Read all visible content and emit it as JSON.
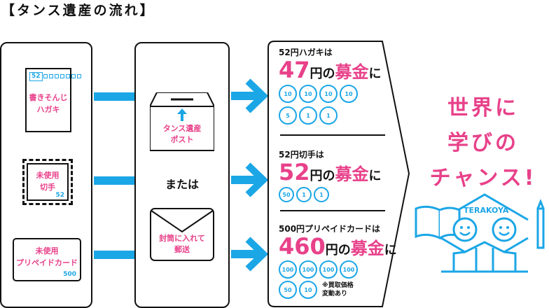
{
  "title": "【タンス遺産の流れ】",
  "left": {
    "postcard": {
      "number": "52",
      "label_line1": "書きそんじ",
      "label_line2": "ハガキ"
    },
    "stamp": {
      "label_line1": "未使用",
      "label_line2": "切手",
      "number": "52"
    },
    "prepaid": {
      "label_line1": "未使用",
      "label_line2": "プリペイドカード",
      "number": "500"
    }
  },
  "middle": {
    "box_line1": "タンス遺産",
    "box_line2": "ポスト",
    "or_text": "または",
    "envelope_line1": "封筒に入れて",
    "envelope_line2": "郵送"
  },
  "right": {
    "sections": [
      {
        "head": "52円ハガキは",
        "amount": "47",
        "yen": "円の",
        "bokin": "募金",
        "ni": "に",
        "coins_row1": [
          "10",
          "10",
          "10",
          "10"
        ],
        "coins_row2": [
          "5",
          "1",
          "1"
        ]
      },
      {
        "head": "52円切手は",
        "amount": "52",
        "yen": "円の",
        "bokin": "募金",
        "ni": "に",
        "coins_row1": [
          "50",
          "1",
          "1"
        ]
      },
      {
        "head": "500円プリペイドカードは",
        "amount": "460",
        "yen": "円の",
        "bokin": "募金",
        "ni": "に",
        "coins_row1": [
          "100",
          "100",
          "100",
          "100"
        ],
        "coins_row2": [
          "50",
          "10"
        ],
        "note_line1": "※買取価格",
        "note_line2": "変動あり"
      }
    ]
  },
  "cta": {
    "line1": "世界に",
    "line2": "学びの",
    "line3": "チャンス!"
  },
  "logo": {
    "text": "TERAKOYA"
  },
  "colors": {
    "pink": "#e8418a",
    "blue": "#1ba6e6",
    "dark": "#111111"
  }
}
